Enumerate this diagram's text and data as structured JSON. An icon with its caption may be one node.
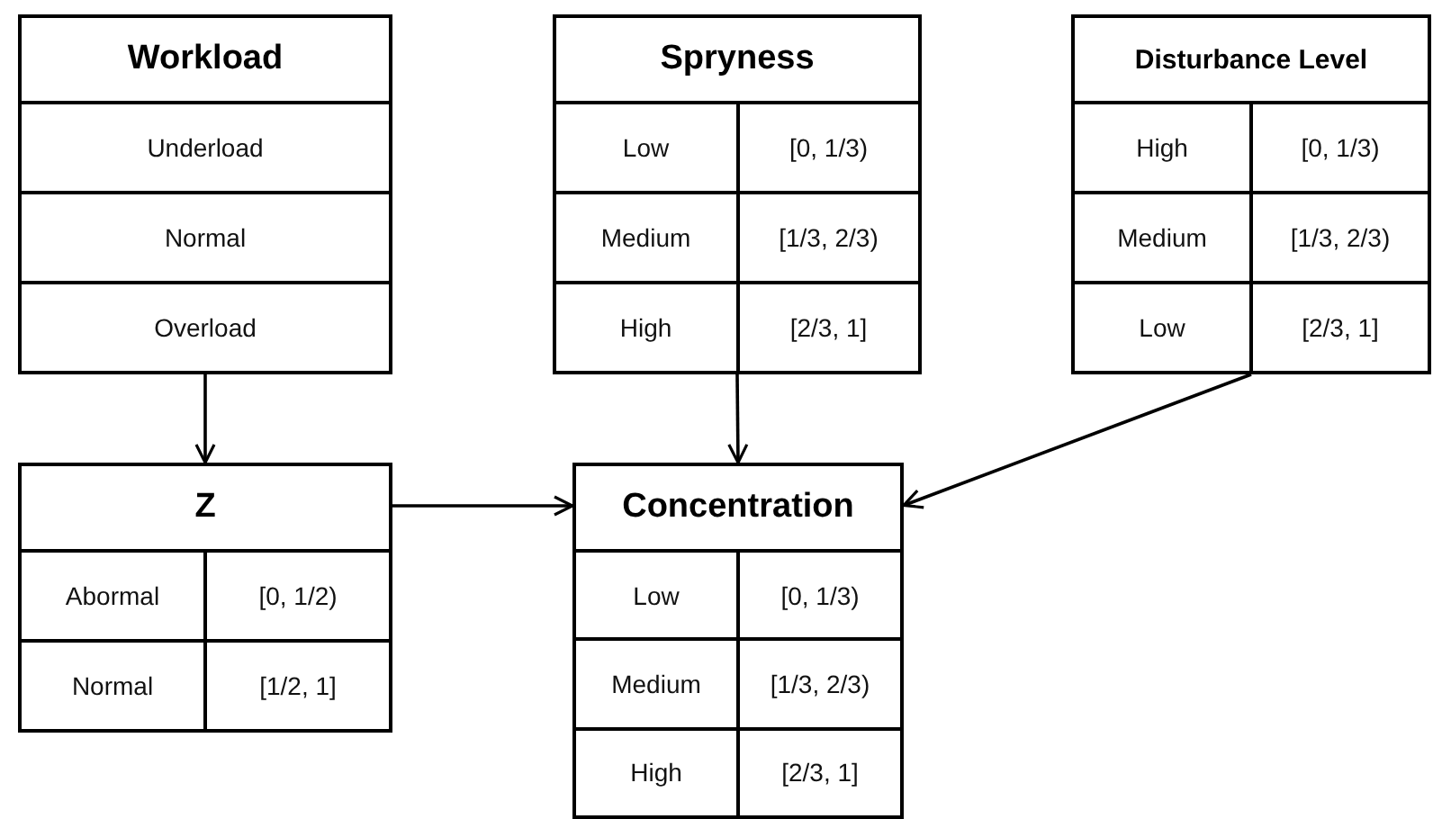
{
  "diagram": {
    "nodes": [
      {
        "text": [
          "Workload",
          "Underload",
          "Normal",
          "Overload"
        ]
      },
      {
        "text": [
          "Spryness",
          "Low",
          "[0, 1/3)",
          "Medium",
          "[1/3, 2/3)",
          "High",
          "[2/3, 1]"
        ]
      },
      {
        "text": [
          "Disturbance Level",
          "High",
          "[0, 1/3)",
          "Medium",
          "[1/3, 2/3)",
          "Low",
          "[2/3, 1]"
        ]
      },
      {
        "text": [
          "Z",
          "Abormal",
          "[0, 1/2)",
          "Normal",
          "[1/2, 1]"
        ]
      },
      {
        "text": [
          "Concentration",
          "Low",
          "[0, 1/3)",
          "Medium",
          "[1/3, 2/3)",
          "High",
          "[2/3, 1]"
        ]
      }
    ],
    "edges": [
      {
        "from": 0,
        "to": 3,
        "arrow": "to"
      },
      {
        "from": 3,
        "to": 4,
        "arrow": "to"
      },
      {
        "from": 1,
        "to": 4,
        "arrow": "to"
      },
      {
        "from": 2,
        "to": 4,
        "arrow": "to"
      }
    ]
  }
}
